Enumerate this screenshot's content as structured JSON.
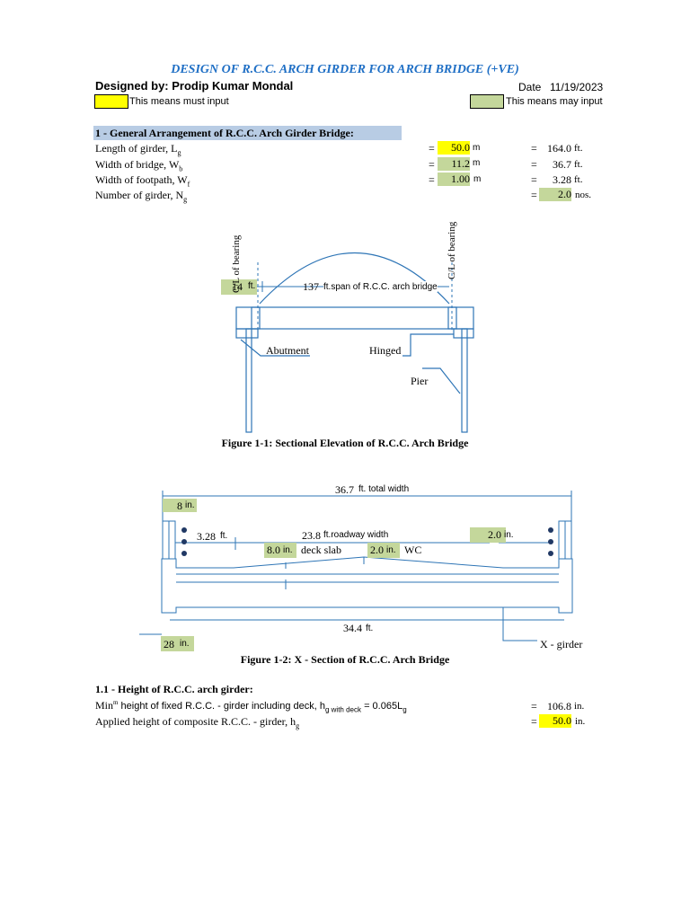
{
  "header": {
    "title": "DESIGN OF R.C.C. ARCH GIRDER FOR ARCH BRIDGE (+VE)",
    "designed_by": "Designed by: Prodip Kumar Mondal",
    "date_label": "Date",
    "date_value": "11/19/2023"
  },
  "legend": {
    "must_input": "This means must input",
    "may_input": "This means may input",
    "must_color": "#ffff00",
    "may_color": "#c4d79b"
  },
  "section1": {
    "heading": "1 - General Arrangement of R.C.C. Arch Girder Bridge:",
    "rows": [
      {
        "label": "Length of girder, L",
        "sub": "g",
        "eq1": "=",
        "value": "50.0",
        "unit": "m",
        "eq2": "=",
        "conv": "164.0",
        "conv_unit": "ft."
      },
      {
        "label": "Width of bridge, W",
        "sub": "b",
        "eq1": "=",
        "value": "11.2",
        "unit": "m",
        "eq2": "=",
        "conv": "36.7",
        "conv_unit": "ft."
      },
      {
        "label": "Width of footpath, W",
        "sub": "f",
        "eq1": "=",
        "value": "1.00",
        "unit": "m",
        "eq2": "=",
        "conv": "3.28",
        "conv_unit": "ft."
      },
      {
        "label": "Number of girder, N",
        "sub": "g",
        "eq2": "=",
        "conv": "2.0",
        "conv_unit": "nos."
      }
    ]
  },
  "figure1": {
    "bearing_left": "C/L of bearing",
    "bearing_right": "C/L of bearing",
    "overhang_value": "14",
    "overhang_unit": "ft.",
    "span_value": "137",
    "span_text": "ft.span of R.C.C. arch bridge",
    "abutment": "Abutment",
    "hinged": "Hinged",
    "pier": "Pier",
    "caption": "Figure 1-1: Sectional Elevation of R.C.C. Arch Bridge"
  },
  "figure2": {
    "total_width_value": "36.7",
    "total_width_text": "ft. total width",
    "rail_value": "8",
    "rail_unit": "in.",
    "footpath_value": "3.28",
    "footpath_unit": "ft.",
    "roadway_value": "23.8",
    "roadway_text": "ft.roadway width",
    "right_value": "2.0",
    "right_unit": "in.",
    "deck_value": "8.0",
    "deck_unit": "in.",
    "deck_text": "deck slab",
    "wc_value": "2.0",
    "wc_unit": "in.",
    "wc_text": "WC",
    "girder_width_value": "34.4",
    "girder_width_unit": "ft.",
    "web_value": "28",
    "web_unit": "in.",
    "x_girder": "X - girder",
    "caption": "Figure 1-2: X - Section of R.C.C. Arch Bridge"
  },
  "section1_1": {
    "heading": "1.1 - Height of R.C.C. arch girder:",
    "row1_label_a": "Min",
    "row1_sup": "m",
    "row1_label_b": " height of fixed R.C.C. - girder including deck, h",
    "row1_sub": "g with deck",
    "row1_label_c": " = 0.065L",
    "row1_sub2": "g",
    "row1_eq": "=",
    "row1_value": "106.8",
    "row1_unit": "in.",
    "row2_label": "Applied height of composite R.C.C. - girder, h",
    "row2_sub": "g",
    "row2_eq": "=",
    "row2_value": "50.0",
    "row2_unit": "in."
  }
}
